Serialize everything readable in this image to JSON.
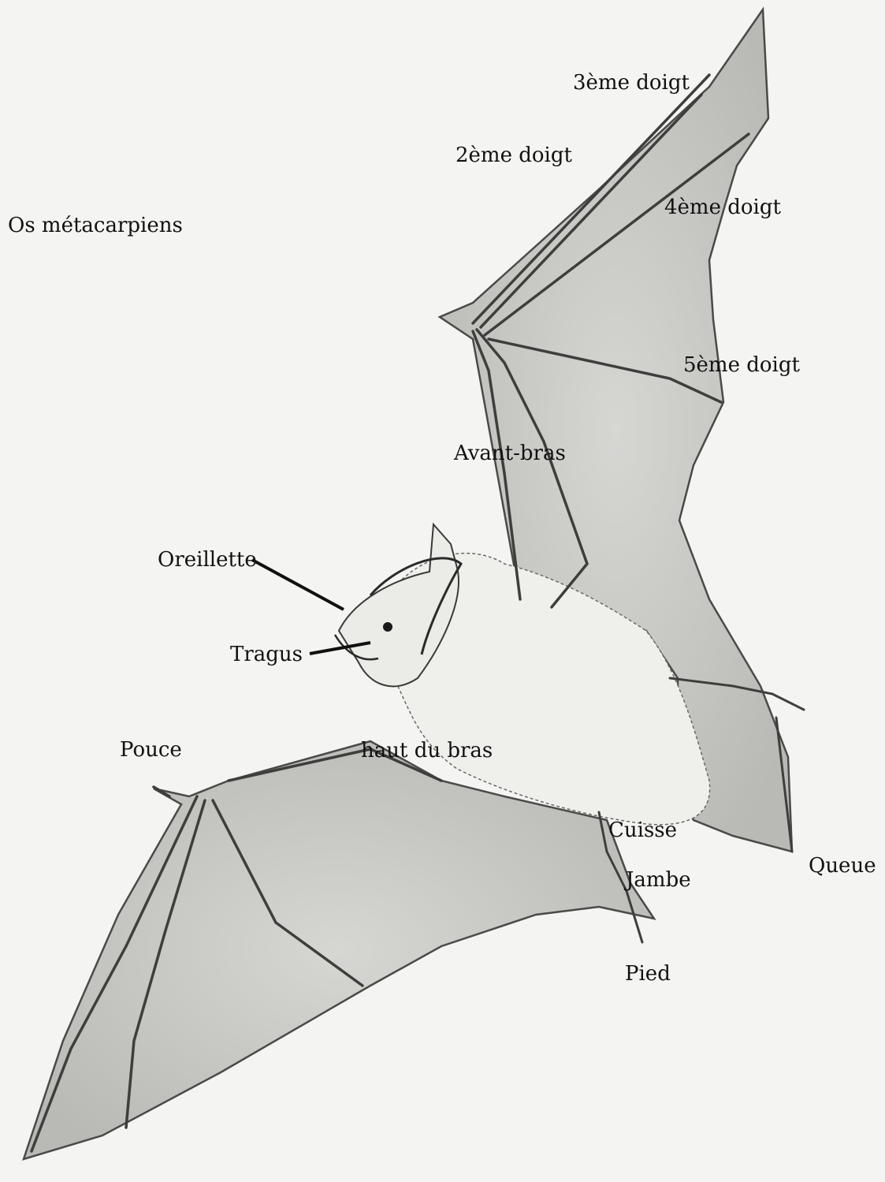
{
  "labels": {
    "metacarpals": "Os métacarpiens",
    "third_finger": "3ème doigt",
    "second_finger": "2ème doigt",
    "fourth_finger": "4ème doigt",
    "fifth_finger": "5ème doigt",
    "forearm": "Avant-bras",
    "ear": "Oreillette",
    "tragus": "Tragus",
    "thumb": "Pouce",
    "upper_arm": "haut du bras",
    "thigh": "Cuisse",
    "leg": "Jambe",
    "tail": "Queue",
    "foot": "Pied"
  },
  "colors": {
    "paper": "#f4f4f2",
    "membrane": "#c9c9c6",
    "pencil": "#4a4a48",
    "leader_line": "#111111"
  }
}
